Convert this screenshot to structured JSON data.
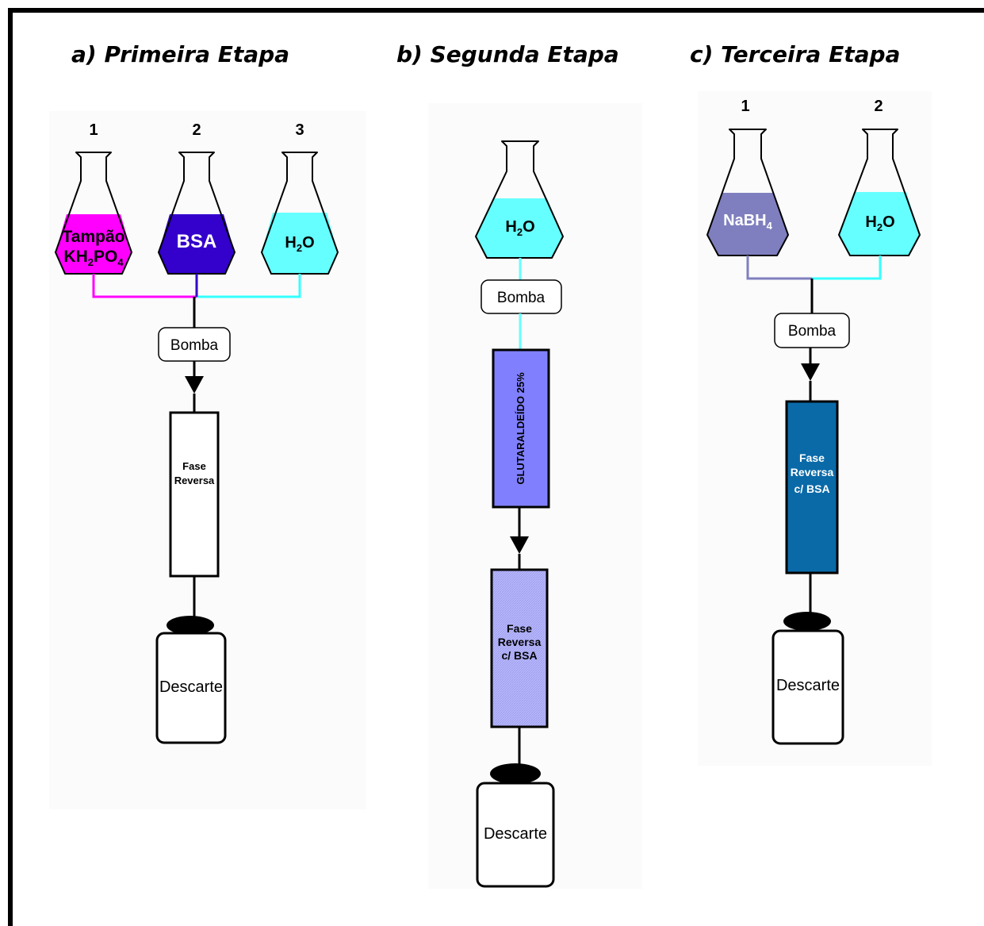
{
  "stages": {
    "a": {
      "title": "a) Primeira Etapa",
      "flask_numbers": [
        "1",
        "2",
        "3"
      ],
      "flask1_line1": "Tampão",
      "flask1_line2_main": "KH",
      "flask1_line2_sub1": "2",
      "flask1_line2_mid": "PO",
      "flask1_line2_sub2": "4",
      "flask2_label": "BSA",
      "flask3_main": "H",
      "flask3_sub": "2",
      "flask3_tail": "O",
      "pump": "Bomba",
      "column_line1": "Fase",
      "column_line2": "Reversa",
      "waste": "Descarte",
      "colors": {
        "buffer": "#ff00ff",
        "bsa": "#3300cc",
        "water": "#66ffff"
      }
    },
    "b": {
      "title": "b) Segunda Etapa",
      "flask_main": "H",
      "flask_sub": "2",
      "flask_tail": "O",
      "pump": "Bomba",
      "reagent_column": "GLUTARALDEÍDO 25%",
      "column_line1": "Fase",
      "column_line2": "Reversa",
      "column_line3": "c/ BSA",
      "waste": "Descarte",
      "colors": {
        "water": "#66ffff",
        "glutaraldehyde": "#8080ff",
        "column": "#b8b8ff"
      }
    },
    "c": {
      "title": "c) Terceira Etapa",
      "flask_numbers": [
        "1",
        "2"
      ],
      "flask1_main": "NaBH",
      "flask1_sub": "4",
      "flask2_main": "H",
      "flask2_sub": "2",
      "flask2_tail": "O",
      "pump": "Bomba",
      "column_line1": "Fase",
      "column_line2": "Reversa",
      "column_line3": "c/ BSA",
      "waste": "Descarte",
      "colors": {
        "nabh4": "#7f7fbf",
        "water": "#66ffff",
        "column": "#0a6aa8"
      }
    }
  }
}
